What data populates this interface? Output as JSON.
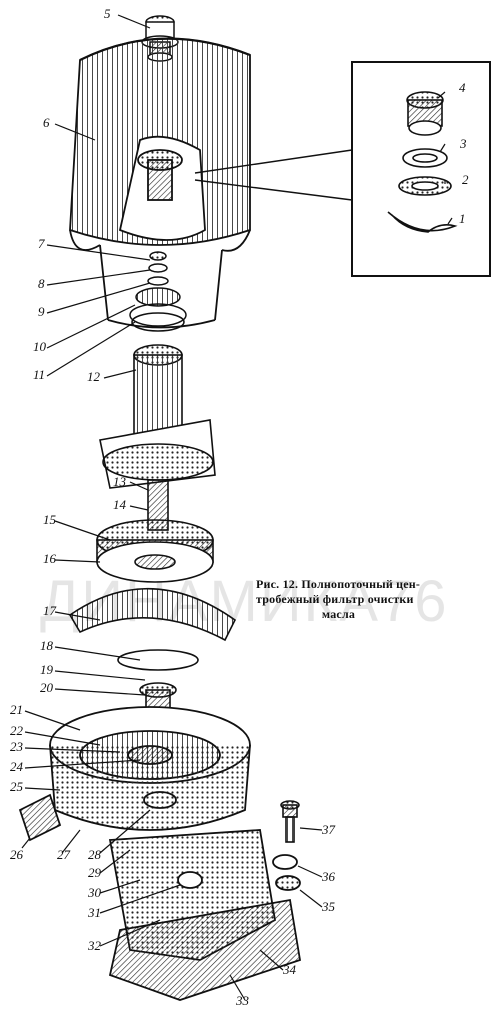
{
  "caption": {
    "line1": "Рис. 12. Полнопоточный цен-",
    "line2": "тробежный фильтр очистки",
    "line3": "масла"
  },
  "watermark": "ДИНАМИКА76",
  "callouts": [
    "1",
    "2",
    "3",
    "4",
    "5",
    "6",
    "7",
    "8",
    "9",
    "10",
    "11",
    "12",
    "13",
    "14",
    "15",
    "16",
    "17",
    "18",
    "19",
    "20",
    "21",
    "22",
    "23",
    "24",
    "25",
    "26",
    "27",
    "28",
    "29",
    "30",
    "31",
    "32",
    "33",
    "34",
    "35",
    "36",
    "37"
  ],
  "colors": {
    "ink": "#111111",
    "paper": "#ffffff",
    "shade": "#9a9a9a"
  }
}
